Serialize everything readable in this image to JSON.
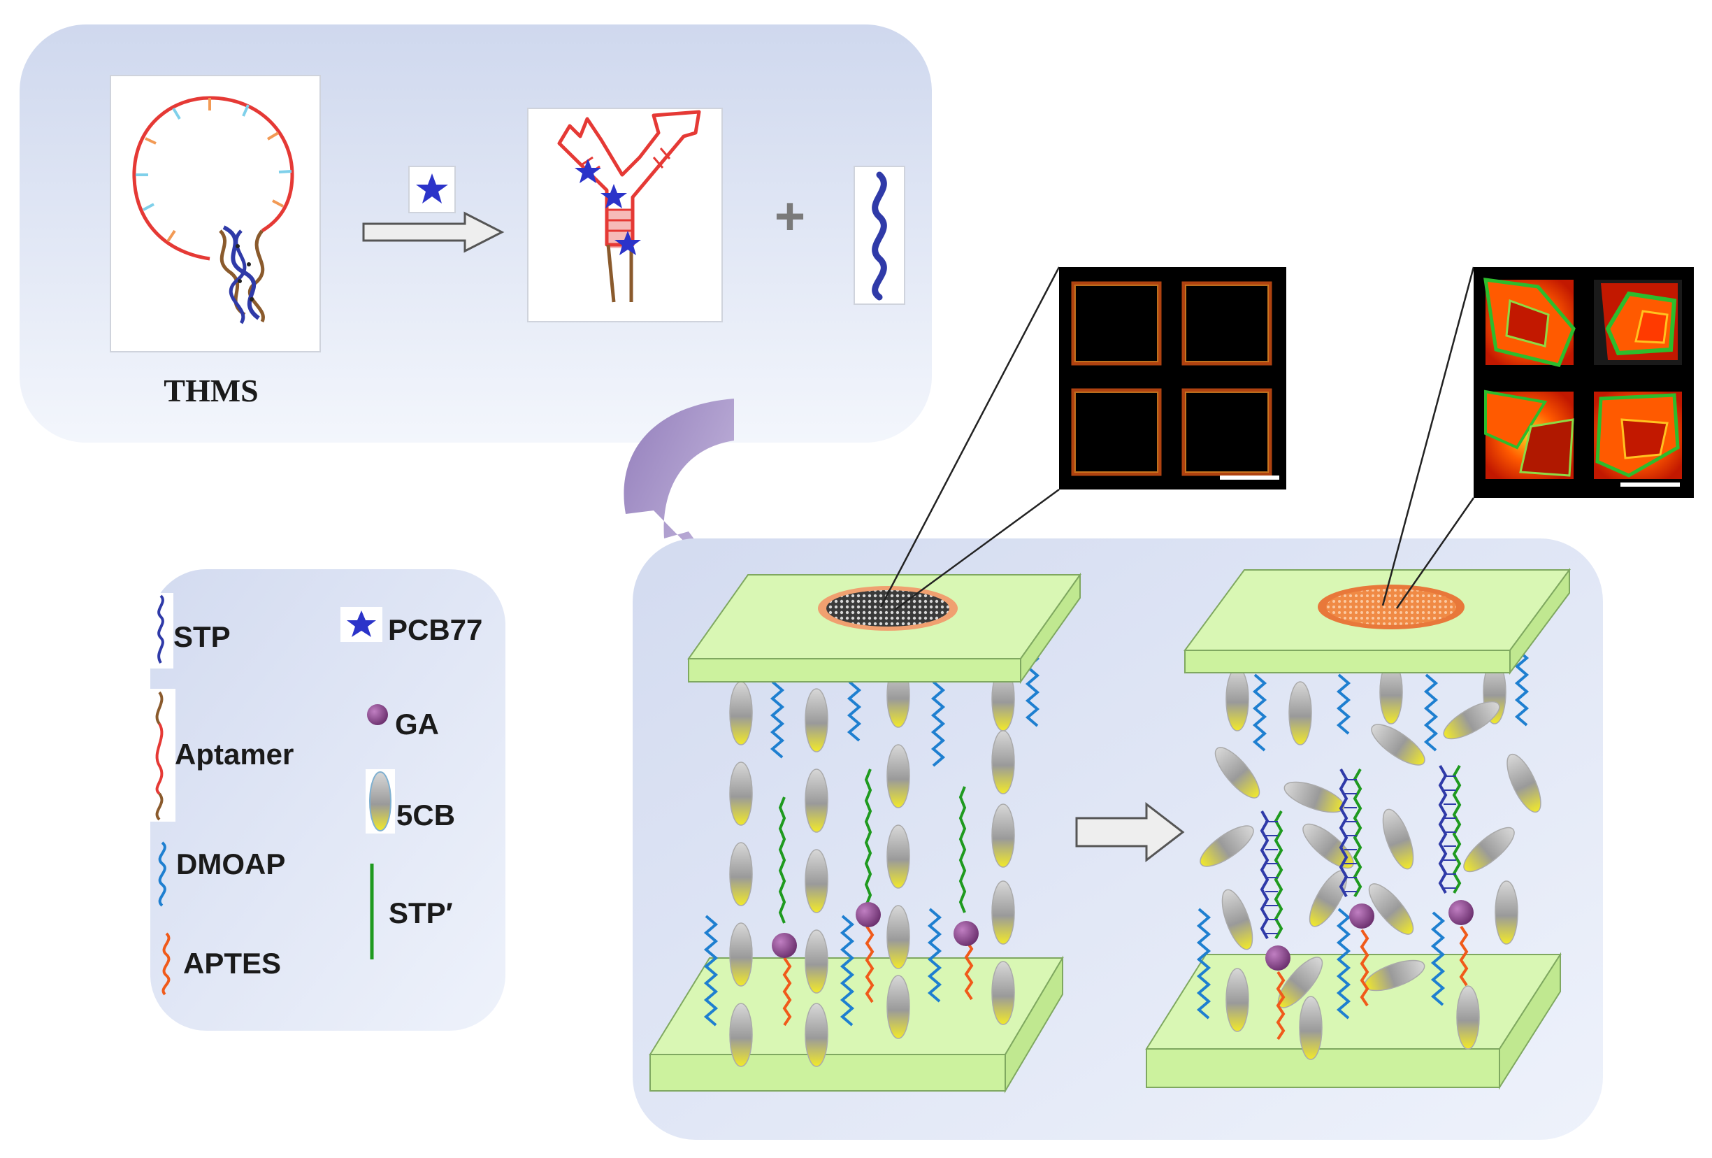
{
  "top_panel": {
    "thms_label": "THMS",
    "plus_sign": "+",
    "target_icon": "star-icon"
  },
  "legend": {
    "items": [
      {
        "label": "STP",
        "icon": "blue-wavy-strand-icon",
        "color": "#2f3aa8"
      },
      {
        "label": "Aptamer",
        "icon": "red-brown-strand-icon",
        "color": "#d9342b"
      },
      {
        "label": "DMOAP",
        "icon": "blue-wave-icon",
        "color": "#1e7fd0"
      },
      {
        "label": "APTES",
        "icon": "orange-wave-icon",
        "color": "#f05a1a"
      },
      {
        "label": "PCB77",
        "icon": "star-icon",
        "color": "#2b33c9"
      },
      {
        "label": "GA",
        "icon": "purple-sphere-icon",
        "color": "#8a4f8c"
      },
      {
        "label": "5CB",
        "icon": "liquid-crystal-molecule-icon",
        "color": "#e9e23a"
      },
      {
        "label": "STP′",
        "icon": "green-line-icon",
        "color": "#1f9a1f"
      }
    ]
  },
  "colors": {
    "panel_fill": "#dfe6f5",
    "glass_slide": "#d9f7b4",
    "thms_loop": "#e53935",
    "arrow_purple": "#a693c7",
    "micrograph_bright": "#ff5a00",
    "micrograph_green": "#2cbd2c"
  }
}
